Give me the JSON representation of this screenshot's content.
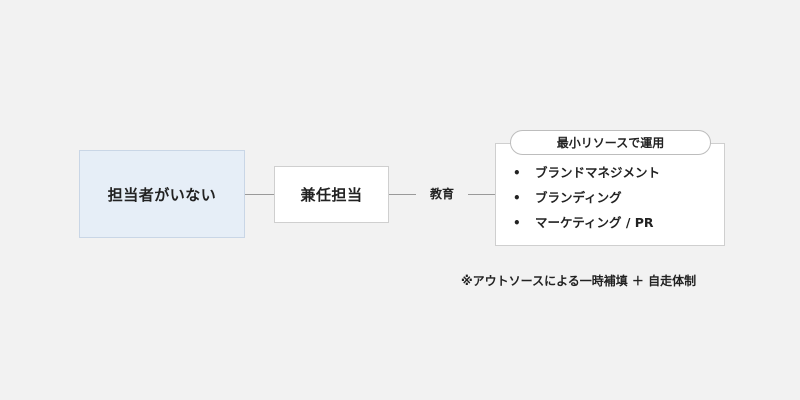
{
  "nodes": {
    "left": "担当者がいない",
    "middle": "兼任担当"
  },
  "edge_label": "教育",
  "right_panel": {
    "badge": "最小リソースで運用",
    "bullet": "•",
    "items": [
      "ブランドマネジメント",
      "ブランディング",
      "マーケティング / PR"
    ]
  },
  "footnote": "※アウトソースによる一時補填 ＋ 自走体制",
  "colors": {
    "background": "#f2f2f2",
    "left_box": "#e6eef7",
    "box": "#ffffff",
    "connector": "#9a9a9a"
  }
}
